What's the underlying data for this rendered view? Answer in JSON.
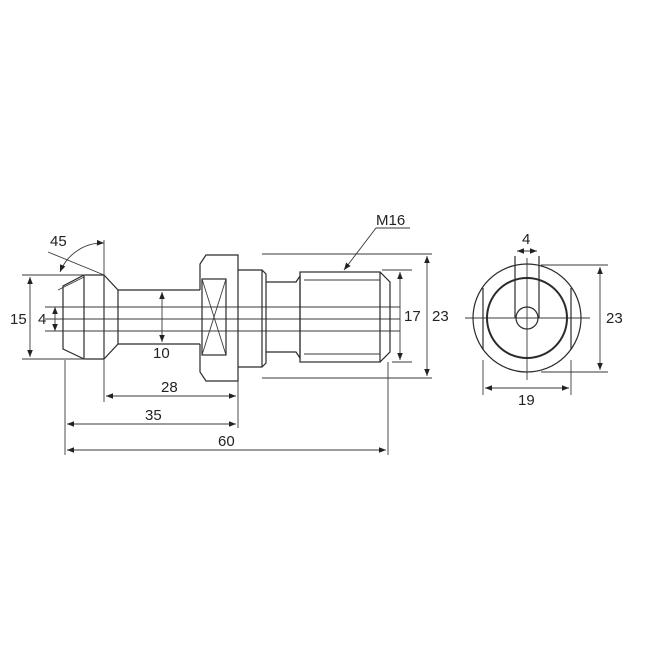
{
  "drawing": {
    "title": "Retention knob / pull stud technical drawing",
    "side_view": {
      "angle_label": "45",
      "dimensions": {
        "head_diameter": "15",
        "bore_diameter": "4",
        "neck_diameter": "10",
        "length_to_flange": "28",
        "length_to_flange_face": "35",
        "overall_length": "60",
        "thread_minor": "17",
        "flange_diameter": "23",
        "thread_label": "M16"
      }
    },
    "end_view": {
      "dimensions": {
        "slot_width": "4",
        "outer_diameter": "23",
        "across_flats": "19"
      }
    }
  }
}
